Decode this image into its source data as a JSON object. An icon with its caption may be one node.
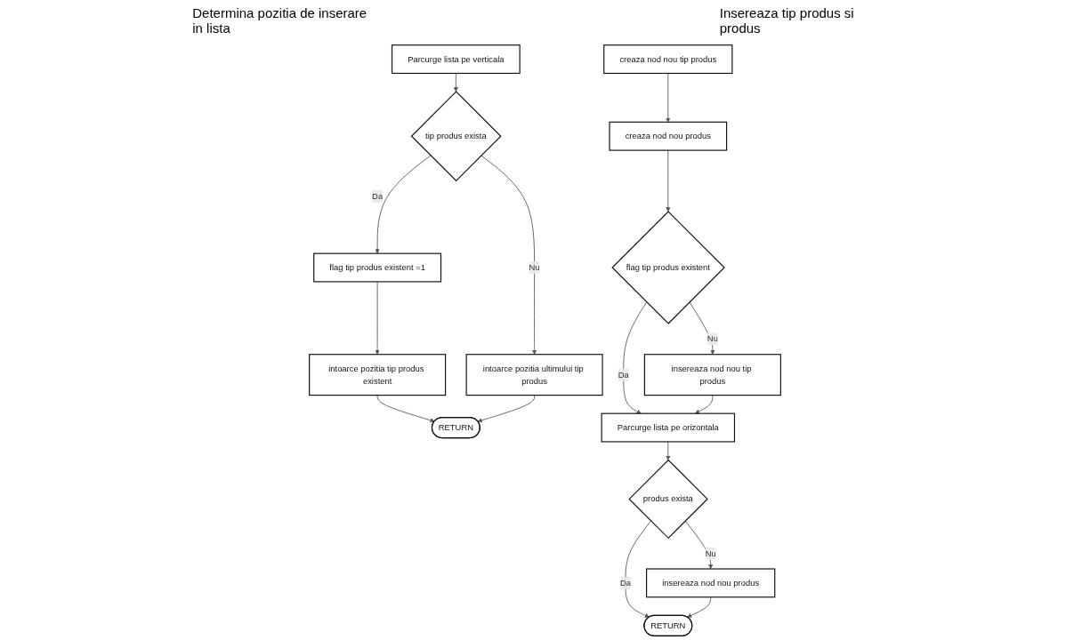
{
  "diagram": {
    "nodes": [
      {
        "text": [
          "Parcurge lista pe verticala"
        ]
      },
      {
        "text": [
          "tip produs exista"
        ]
      },
      {
        "text": [
          "intoarce pozitia ultimului tip produs"
        ]
      },
      {
        "text": [
          "flag tip produs existent =1"
        ]
      },
      {
        "text": [
          "intoarce pozitia tip produs existent"
        ]
      },
      {
        "text": [
          "RETURN"
        ]
      },
      {
        "text": [
          "creaza nod nou tip produs"
        ]
      },
      {
        "text": [
          "creaza nod nou produs"
        ]
      },
      {
        "text": [
          "flag tip produs existent"
        ]
      },
      {
        "text": [
          "insereaza nod nou tip produs"
        ]
      },
      {
        "text": [
          "Parcurge lista pe orizontala"
        ]
      },
      {
        "text": [
          "produs exista"
        ]
      },
      {
        "text": [
          "RETURN"
        ]
      },
      {
        "text": [
          "insereaza nod nou produs"
        ]
      }
    ],
    "edges": [
      {
        "from": 0,
        "to": 1,
        "arrow": "to"
      },
      {
        "from": 1,
        "to": 2,
        "arrow": "to",
        "label": "Nu"
      },
      {
        "from": 1,
        "to": 3,
        "arrow": "to",
        "label": "Da"
      },
      {
        "from": 3,
        "to": 4,
        "arrow": "to"
      },
      {
        "from": 4,
        "to": 5,
        "arrow": "to"
      },
      {
        "from": 2,
        "to": 5,
        "arrow": "to"
      },
      {
        "from": 6,
        "to": 7,
        "arrow": "to"
      },
      {
        "from": 7,
        "to": 8,
        "arrow": "to"
      },
      {
        "from": 8,
        "to": 9,
        "arrow": "to",
        "label": "Nu"
      },
      {
        "from": 8,
        "to": 10,
        "arrow": "to",
        "label": "Da"
      },
      {
        "from": 9,
        "to": 10,
        "arrow": "to"
      },
      {
        "from": 10,
        "to": 11,
        "arrow": "to"
      },
      {
        "from": 11,
        "to": 12,
        "arrow": "to",
        "label": "Da"
      },
      {
        "from": 11,
        "to": 13,
        "arrow": "to",
        "label": "Nu"
      },
      {
        "from": 13,
        "to": 12,
        "arrow": "to"
      }
    ],
    "labels": [
      "Determina pozitia de inserare in lista",
      "Insereaza tip produs si produs"
    ]
  }
}
